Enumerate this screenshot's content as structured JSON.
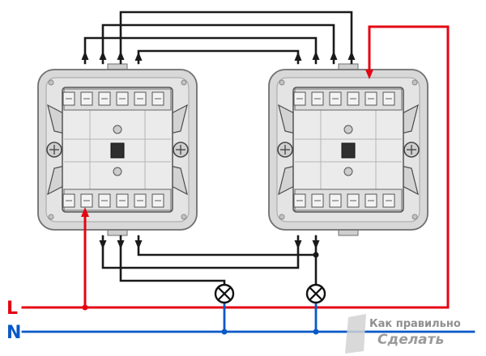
{
  "labels": {
    "phase": "L",
    "neutral": "N"
  },
  "watermark": {
    "line1": "Как правильно",
    "line2": "Сделать"
  },
  "colors": {
    "phase_line": "#e30613",
    "neutral_line": "#0a58c7",
    "wire": "#1a1a1a",
    "switch_body": "#d8d8d8",
    "background": "#ffffff"
  },
  "components": {
    "switch_count": 2,
    "lamp_count": 2,
    "lamp_symbol": "circle-cross-lamp"
  }
}
